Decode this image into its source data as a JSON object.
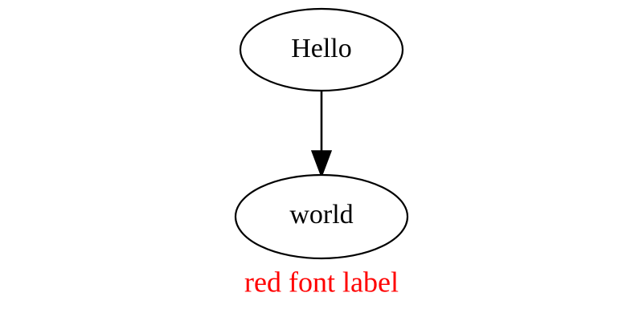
{
  "diagram": {
    "nodes": [
      {
        "id": "hello",
        "label": "Hello"
      },
      {
        "id": "world",
        "label": "world"
      }
    ],
    "edges": [
      {
        "from": "hello",
        "to": "world"
      }
    ],
    "graph_label": {
      "text": "red font label",
      "color": "#ff0000"
    }
  }
}
